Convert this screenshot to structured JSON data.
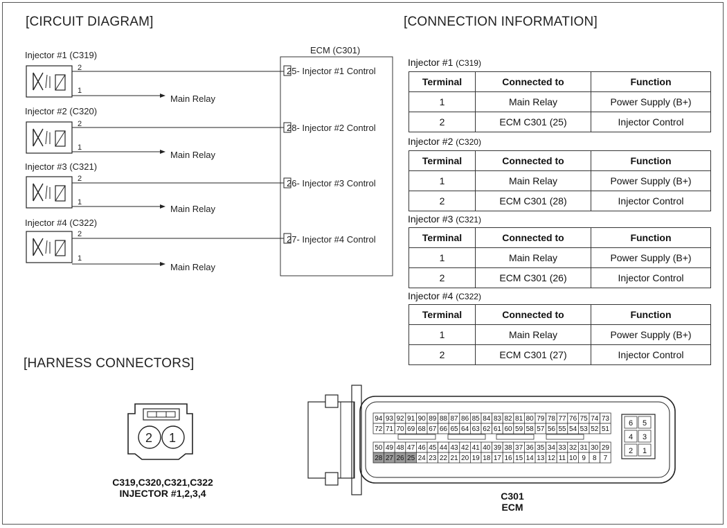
{
  "sections": {
    "circuit_title": "[CIRCUIT DIAGRAM]",
    "connection_title": "[CONNECTION INFORMATION]",
    "harness_title": "[HARNESS CONNECTORS]"
  },
  "circuit": {
    "ecm_label": "ECM (C301)",
    "injectors": [
      {
        "name": "Injector #1 (C319)",
        "pin2": "2",
        "pin1": "1",
        "relay": "Main Relay",
        "ecm_pin": "25- Injector #1 Control"
      },
      {
        "name": "Injector #2 (C320)",
        "pin2": "2",
        "pin1": "1",
        "relay": "Main Relay",
        "ecm_pin": "28- Injector #2 Control"
      },
      {
        "name": "Injector #3 (C321)",
        "pin2": "2",
        "pin1": "1",
        "relay": "Main Relay",
        "ecm_pin": "26- Injector #3 Control"
      },
      {
        "name": "Injector #4 (C322)",
        "pin2": "2",
        "pin1": "1",
        "relay": "Main Relay",
        "ecm_pin": "27- Injector #4 Control"
      }
    ]
  },
  "connection": {
    "headers": [
      "Terminal",
      "Connected to",
      "Function"
    ],
    "tables": [
      {
        "title": "Injector #1",
        "code": "(C319)",
        "rows": [
          [
            "1",
            "Main Relay",
            "Power Supply (B+)"
          ],
          [
            "2",
            "ECM C301 (25)",
            "Injector Control"
          ]
        ]
      },
      {
        "title": "Injector #2",
        "code": "(C320)",
        "rows": [
          [
            "1",
            "Main Relay",
            "Power Supply (B+)"
          ],
          [
            "2",
            "ECM C301 (28)",
            "Injector Control"
          ]
        ]
      },
      {
        "title": "Injector #3",
        "code": "(C321)",
        "rows": [
          [
            "1",
            "Main Relay",
            "Power Supply (B+)"
          ],
          [
            "2",
            "ECM C301 (26)",
            "Injector Control"
          ]
        ]
      },
      {
        "title": "Injector #4",
        "code": "(C322)",
        "rows": [
          [
            "1",
            "Main Relay",
            "Power Supply (B+)"
          ],
          [
            "2",
            "ECM C301 (27)",
            "Injector Control"
          ]
        ]
      }
    ]
  },
  "harness": {
    "injector_connector": {
      "pin_left": "2",
      "pin_right": "1",
      "caption_line1": "C319,C320,C321,C322",
      "caption_line2": "INJECTOR #1,2,3,4"
    },
    "ecm_connector": {
      "caption_line1": "C301",
      "caption_line2": "ECM",
      "row_a": [
        "94",
        "93",
        "92",
        "91",
        "90",
        "89",
        "88",
        "87",
        "86",
        "85",
        "84",
        "83",
        "82",
        "81",
        "80",
        "79",
        "78",
        "77",
        "76",
        "75",
        "74",
        "73"
      ],
      "row_b": [
        "72",
        "71",
        "70",
        "69",
        "68",
        "67",
        "66",
        "65",
        "64",
        "63",
        "62",
        "61",
        "60",
        "59",
        "58",
        "57",
        "56",
        "55",
        "54",
        "53",
        "52",
        "51"
      ],
      "row_c": [
        "50",
        "49",
        "48",
        "47",
        "46",
        "45",
        "44",
        "43",
        "42",
        "41",
        "40",
        "39",
        "38",
        "37",
        "36",
        "35",
        "34",
        "33",
        "32",
        "31",
        "30",
        "29"
      ],
      "row_d": [
        "28",
        "27",
        "26",
        "25",
        "24",
        "23",
        "22",
        "21",
        "20",
        "19",
        "18",
        "17",
        "16",
        "15",
        "14",
        "13",
        "12",
        "11",
        "10",
        "9",
        "8",
        "7"
      ],
      "highlighted": [
        "28",
        "27",
        "26",
        "25"
      ],
      "side_pins": [
        [
          "6",
          "5"
        ],
        [
          "4",
          "3"
        ],
        [
          "2",
          "1"
        ]
      ]
    }
  }
}
